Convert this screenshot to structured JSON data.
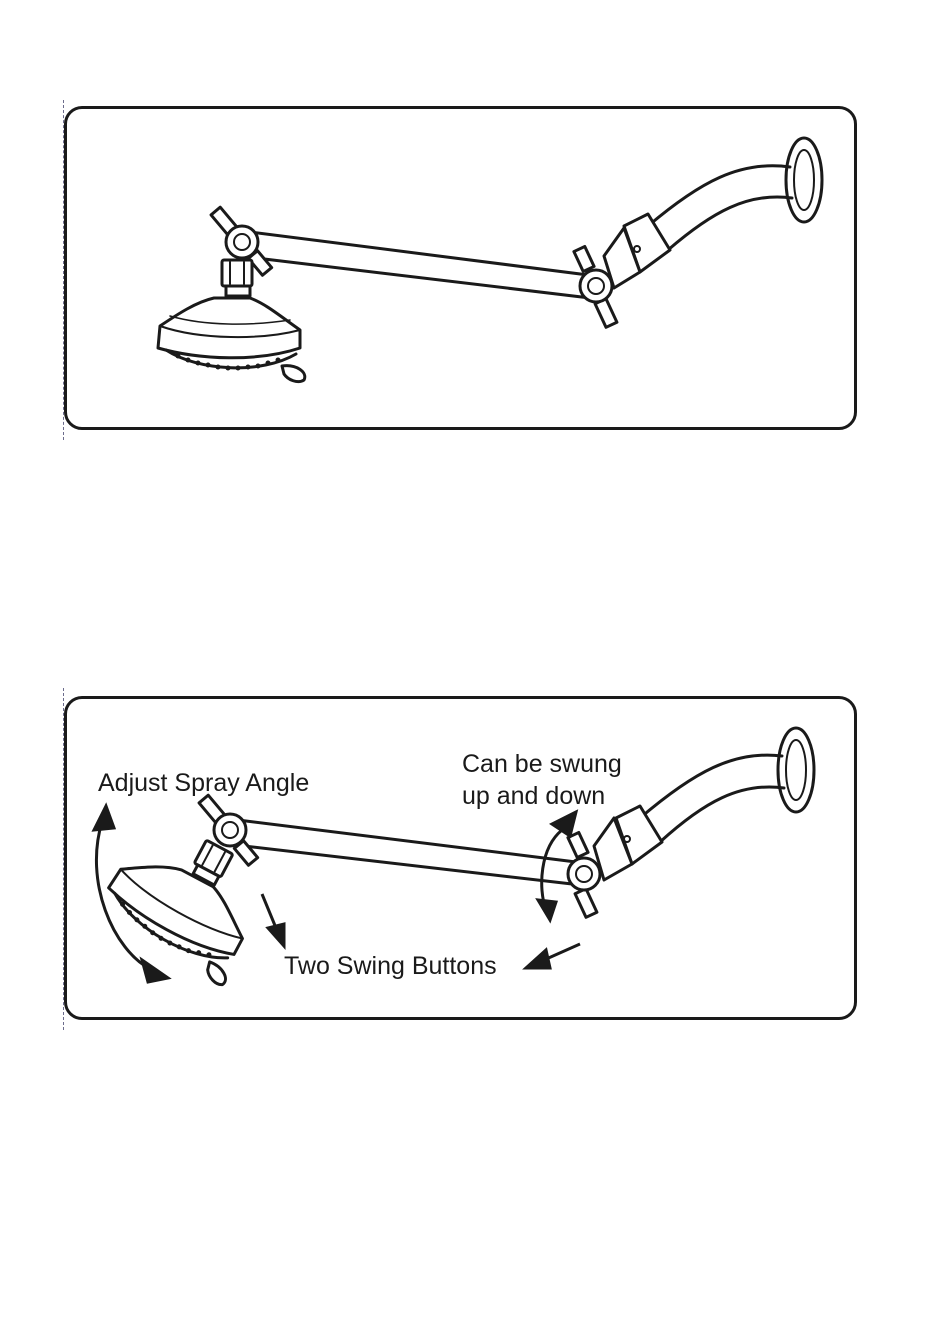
{
  "figure_top": {
    "labels": []
  },
  "figure_bottom": {
    "labels": {
      "adjust_spray_angle": "Adjust Spray Angle",
      "can_be_swung_line1": "Can be swung",
      "can_be_swung_line2": "up and down",
      "two_swing_buttons": "Two Swing Buttons"
    }
  },
  "footer": {
    "text": "",
    "mark": ""
  },
  "colors": {
    "line": "#1a1a1a",
    "background": "#ffffff"
  }
}
